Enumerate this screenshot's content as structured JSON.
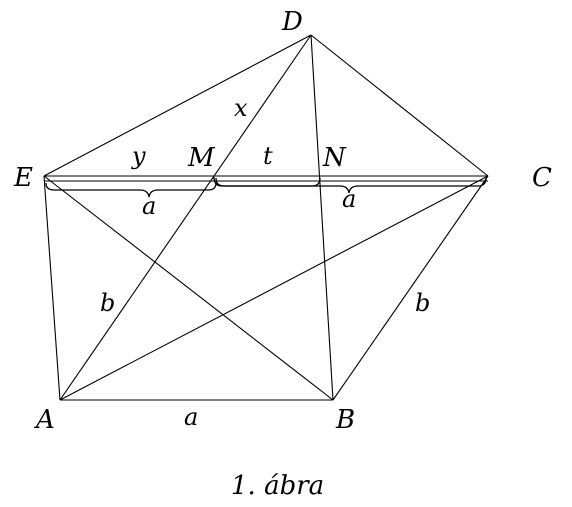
{
  "points": {
    "A": "A",
    "B": "B",
    "C": "C",
    "D": "D",
    "E": "E",
    "M": "M",
    "N": "N"
  },
  "segment_labels": {
    "AB": "a",
    "EM": "y",
    "MN": "t",
    "DM": "x",
    "AM": "b",
    "BC": "b",
    "brace_left": "a",
    "brace_right": "a"
  },
  "caption": "1. ábra"
}
